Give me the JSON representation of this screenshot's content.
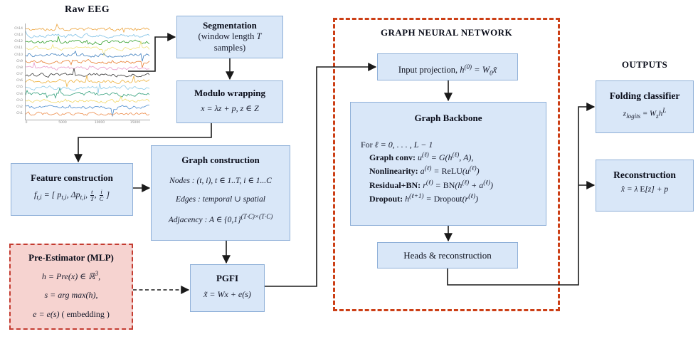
{
  "colors": {
    "box_fill": "#d9e7f8",
    "box_border": "#8fb0d8",
    "pink_fill": "#f6d3d0",
    "pink_border": "#c43c31",
    "gnn_border": "#cc3f16",
    "arrow": "#1a1a1a"
  },
  "eeg": {
    "title": "Raw EEG",
    "channels": [
      {
        "label": "Ch14",
        "color": "#eca33b"
      },
      {
        "label": "Ch13",
        "color": "#7fc1e6"
      },
      {
        "label": "Ch12",
        "color": "#33a02c"
      },
      {
        "label": "Ch11",
        "color": "#f2e27a"
      },
      {
        "label": "Ch10",
        "color": "#3f7fbf"
      },
      {
        "label": "Ch9",
        "color": "#e87e30"
      },
      {
        "label": "Ch8",
        "color": "#e897c8"
      },
      {
        "label": "Ch7",
        "color": "#3b3b3b"
      },
      {
        "label": "Ch6",
        "color": "#edb13b"
      },
      {
        "label": "Ch5",
        "color": "#8ecbe8"
      },
      {
        "label": "Ch4",
        "color": "#33a07c"
      },
      {
        "label": "Ch3",
        "color": "#f2d96a"
      },
      {
        "label": "Ch2",
        "color": "#4f8fd0"
      },
      {
        "label": "Ch1",
        "color": "#ed8c4a"
      }
    ],
    "x_ticks": [
      "0",
      "5000",
      "10000",
      "15000"
    ]
  },
  "boxes": {
    "segmentation": {
      "title": "Segmentation",
      "subtitle": "(window length <i>T</i> samples)"
    },
    "modulo": {
      "title": "Modulo wrapping",
      "formula": "x = λz + p, z ∈ Z"
    },
    "feature": {
      "title": "Feature construction",
      "formula": "f<sub>t,i</sub> = [ p<sub>t,i</sub>, Δp<sub>t,i</sub>, <span class=\"fr\"><span>t</span><span>T</span></span>, <span class=\"fr\"><span>i</span><span>C</span></span> ]"
    },
    "graph_construction": {
      "title": "Graph construction",
      "lines": [
        "Nodes : (t, i), t ∈ 1..T, i ∈ 1...C",
        "Edges : temporal ∪ spatial",
        "Adjacency : A ∈ {0,1}<sup>(T·C)×(T·C)</sup>"
      ]
    },
    "pre_estimator": {
      "title": "Pre-Estimator (MLP)",
      "lines": [
        "h = Pre(x) ∈ ℝ<sup>3</sup>,",
        "s = arg max(h),",
        "e = e(s) <span class=\"rm\">( embedding )</span>"
      ]
    },
    "pgfi": {
      "title": "PGFI",
      "formula": "x̃ = Wx + e(s)"
    },
    "gnn": {
      "title": "GRAPH NEURAL NETWORK"
    },
    "input_projection": {
      "label": "Input projection,",
      "formula": "h<sup>(0)</sup> = W<sub>0</sub>x̃"
    },
    "backbone": {
      "title": "Graph Backbone",
      "loop": "<span class=\"rm\">For</span> ℓ = 0, . . . , L − 1",
      "rows": [
        {
          "label": "Graph conv:",
          "formula": "u<sup>(ℓ)</sup> = G(h<sup>(ℓ)</sup>, A),"
        },
        {
          "label": "Nonlinearity:",
          "formula": "a<sup>(ℓ)</sup> = <span class=\"rm\">ReLU</span>(u<sup>(ℓ)</sup>)"
        },
        {
          "label": "Residual+BN:",
          "formula": "r<sup>(ℓ)</sup> = <span class=\"rm\">BN</span>(h<sup>(ℓ)</sup> + a<sup>(ℓ)</sup>)"
        },
        {
          "label": "Dropout:",
          "formula": "h<sup>(ℓ+1)</sup> = <span class=\"rm\">Dropout</span>(r<sup>(ℓ)</sup>)"
        }
      ]
    },
    "heads": {
      "title": "Heads & reconstruction"
    },
    "outputs": {
      "title": "OUTPUTS"
    },
    "folding": {
      "title": "Folding classifier",
      "formula": "z<sub>logits</sub> = W<sub>z</sub>h<sup>L</sup>"
    },
    "reconstruction": {
      "title": "Reconstruction",
      "formula": "x̂ = λ <span class=\"rm\">E</span>[z] + p"
    }
  }
}
